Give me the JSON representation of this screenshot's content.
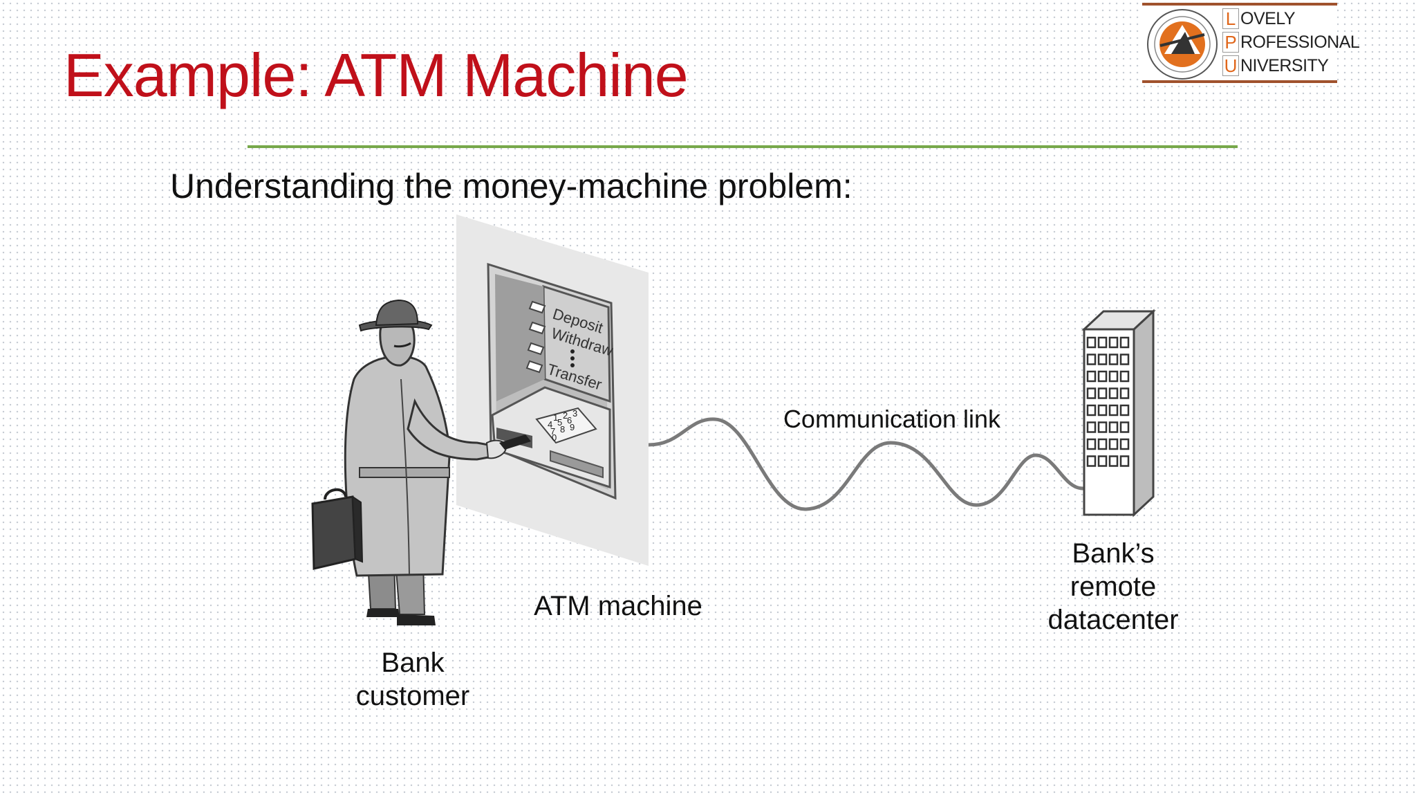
{
  "slide": {
    "title": "Example: ATM Machine",
    "subtitle": "Understanding the money-machine problem:"
  },
  "logo": {
    "lines": [
      {
        "initial": "L",
        "rest": "OVELY"
      },
      {
        "initial": "P",
        "rest": "ROFESSIONAL"
      },
      {
        "initial": "U",
        "rest": "NIVERSITY"
      }
    ],
    "accent": "#e0661b",
    "bar_color": "#a0522d"
  },
  "diagram": {
    "labels": {
      "customer_line1": "Bank",
      "customer_line2": "customer",
      "atm": "ATM machine",
      "link": "Communication link",
      "datacenter_line1": "Bank’s",
      "datacenter_line2": "remote",
      "datacenter_line3": "datacenter"
    },
    "screen_menu": [
      "Deposit",
      "Withdraw",
      "Transfer"
    ],
    "keypad_keys": [
      "1",
      "2",
      "3",
      "4",
      "5",
      "6",
      "7",
      "8",
      "9",
      "0"
    ]
  },
  "colors": {
    "title": "#c0101a",
    "divider": "#77a84a",
    "link_wire": "#7a7a7a"
  }
}
